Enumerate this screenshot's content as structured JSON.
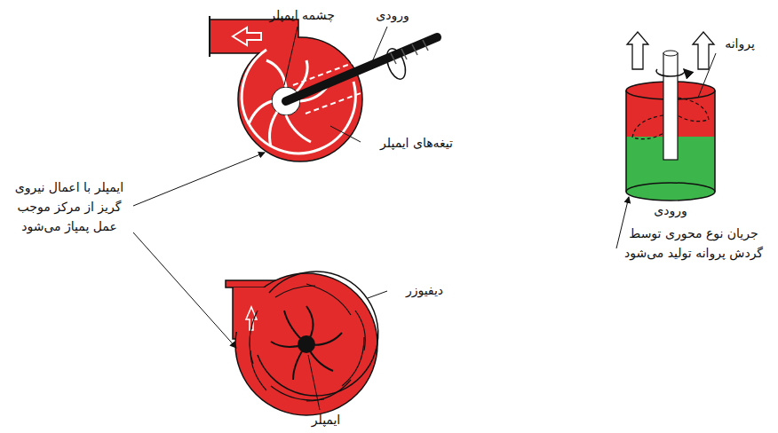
{
  "diagram": {
    "labels": [
      "چشمه ایمپلر",
      "ورودی",
      "پروانه",
      "ایمپلر با اعمال نیروی گریز از مرکز موجب عمل پمپاژ می‌شود",
      "تیغه‌های ایمپلر",
      "دیفیوزر",
      "ورودی",
      "جریان نوع محوری توسط گردش پروانه تولید می‌شود",
      "ایمپلر"
    ]
  }
}
